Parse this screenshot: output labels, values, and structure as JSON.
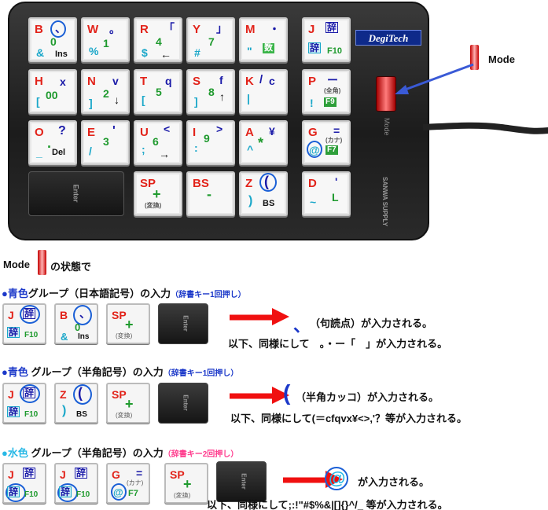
{
  "keypad": {
    "logo": "DegiTech",
    "mode_button_label": "Mode",
    "brand": "SANWA SUPPLY",
    "keys": {
      "b": {
        "main": "B",
        "blue": "、",
        "green": "0",
        "cyan": "&",
        "black": "Ins"
      },
      "w": {
        "main": "W",
        "blue": "。",
        "green": "1",
        "cyan": "%"
      },
      "r": {
        "main": "R",
        "blue": "「",
        "green": "4",
        "cyan": "$",
        "black": "←"
      },
      "y": {
        "main": "Y",
        "blue": "」",
        "green": "7",
        "cyan": "#"
      },
      "m": {
        "main": "M",
        "blue": "・",
        "cyan": "\"",
        "box": "数"
      },
      "j": {
        "main": "J",
        "box1": "辞",
        "box2": "辞",
        "f": "F10"
      },
      "h": {
        "main": "H",
        "blue": "x",
        "green": "00",
        "cyan": "["
      },
      "n": {
        "main": "N",
        "blue": "v",
        "green": "2",
        "cyan": "]",
        "black": "↓"
      },
      "t": {
        "main": "T",
        "blue": "q",
        "green": "5",
        "cyan": "["
      },
      "s": {
        "main": "S",
        "blue": "f",
        "green": "8",
        "cyan": "]",
        "black": "↑"
      },
      "k": {
        "main": "K",
        "blue": "/",
        "cyan": "|",
        "blue2": "c"
      },
      "p": {
        "main": "P",
        "blue": "ー",
        "small": "(全角)",
        "cyan": "!",
        "f": "F9"
      },
      "o": {
        "main": "O",
        "blue": "?",
        "green": ".",
        "cyan": "_",
        "black": "Del"
      },
      "e": {
        "main": "E",
        "blue": "'",
        "green": "3",
        "cyan": "/"
      },
      "u": {
        "main": "U",
        "blue": "<",
        "green": "6",
        "cyan": ";",
        "black": "→"
      },
      "i": {
        "main": "I",
        "blue": ">",
        "green": "9",
        "cyan": ":"
      },
      "a": {
        "main": "A",
        "blue": "¥",
        "green": "*",
        "cyan": "^"
      },
      "g": {
        "main": "G",
        "blue": "=",
        "small": "(カナ)",
        "cyan": "@",
        "f": "F7"
      },
      "enter": {
        "label": "Enter"
      },
      "sp": {
        "main": "SP",
        "green": "+",
        "small": "(変換)"
      },
      "bs": {
        "main": "BS",
        "green": "-"
      },
      "z": {
        "main": "Z",
        "blue": "(",
        "cyan": ")",
        "black": "BS"
      },
      "d": {
        "main": "D",
        "blue": "'",
        "green": "L",
        "cyan": "~"
      }
    }
  },
  "callout": {
    "mode_label": "Mode"
  },
  "state_line": {
    "mode": "Mode",
    "text": "の状態で"
  },
  "sections": [
    {
      "dot": "●",
      "color": "青色",
      "title": "グループ（日本語記号）の入力",
      "sub": "（辞書キー1回押し）",
      "result_symbol": "、",
      "result": "（句読点）が入力される。",
      "more": "以下、同様にして　。・ー「　」が入力される。"
    },
    {
      "dot": "●",
      "color": "青色",
      "title": " グループ（半角記号）の入力",
      "sub": "（辞書キー1回押し）",
      "result_symbol": "(",
      "result": "（半角カッコ）が入力される。",
      "more": "以下、同様にして(＝cfqvx¥<>,'？等が入力される。"
    },
    {
      "dot": "●",
      "color": "水色",
      "title": " グループ（半角記号）の入力",
      "sub": "（辞書キー2回押し）",
      "result_symbol": "@",
      "result": "が入力される。",
      "more": "以下、同様にして;:!\"#$%&|[]{}^/_ 等が入力される。"
    }
  ]
}
